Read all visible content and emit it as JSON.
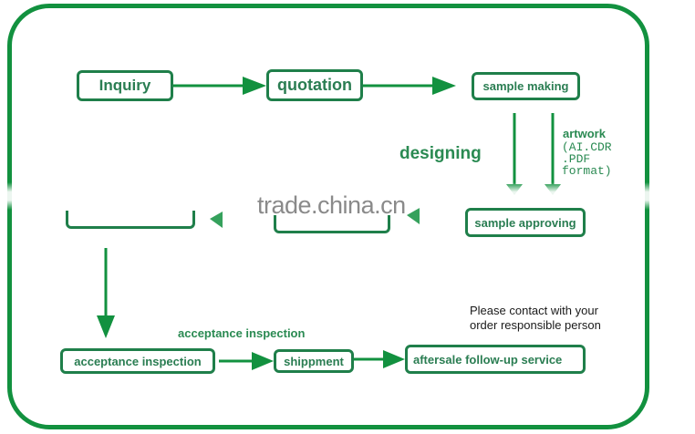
{
  "colors": {
    "frame": "#12913f",
    "arrow": "#12913f",
    "box_border": "#1f7f4a",
    "box_text": "#2a7d52",
    "note_text": "#1a1a1a",
    "watermark": "#8a8a8a"
  },
  "flow": {
    "row1": {
      "inquiry": "Inquiry",
      "quotation": "quotation",
      "sample_making": "sample making"
    },
    "designing_label": "designing",
    "artwork": {
      "title": "artwork",
      "formats": "(AI.CDR\n.PDF\nformat)"
    },
    "row2": {
      "sample_approving": "sample approving"
    },
    "row3": {
      "acceptance_inspection_label": "acceptance inspection",
      "acceptance_inspection": "acceptance inspection",
      "shippment": "shippment",
      "aftersale": "aftersale follow-up service"
    },
    "note": {
      "line1": "Please contact with your",
      "line2": "order responsible person"
    }
  },
  "watermark": "trade.china.cn",
  "icons": {
    "arrow_right": "arrow-right-icon",
    "arrow_left": "arrow-left-icon",
    "arrow_down": "arrow-down-icon"
  }
}
